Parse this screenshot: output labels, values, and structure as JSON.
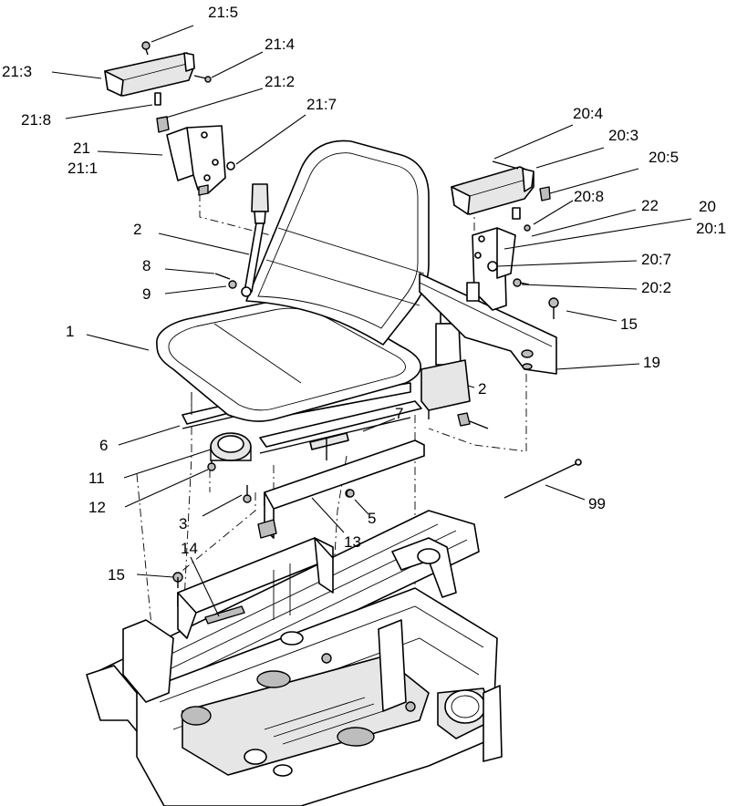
{
  "labels": {
    "l_21_5": "21:5",
    "l_21_4": "21:4",
    "l_21_3": "21:3",
    "l_21_2": "21:2",
    "l_21_7": "21:7",
    "l_21_8": "21:8",
    "l_21": "21",
    "l_21_1": "21:1",
    "l_20_4": "20:4",
    "l_20_3": "20:3",
    "l_20_5": "20:5",
    "l_20_8": "20:8",
    "l_22": "22",
    "l_20": "20",
    "l_20_1": "20:1",
    "l_20_7": "20:7",
    "l_20_2": "20:2",
    "l_2a": "2",
    "l_8": "8",
    "l_9": "9",
    "l_1": "1",
    "l_15a": "15",
    "l_19": "19",
    "l_2b": "2",
    "l_7": "7",
    "l_6": "6",
    "l_11": "11",
    "l_12": "12",
    "l_3": "3",
    "l_5": "5",
    "l_13": "13",
    "l_99": "99",
    "l_14": "14",
    "l_15b": "15"
  }
}
